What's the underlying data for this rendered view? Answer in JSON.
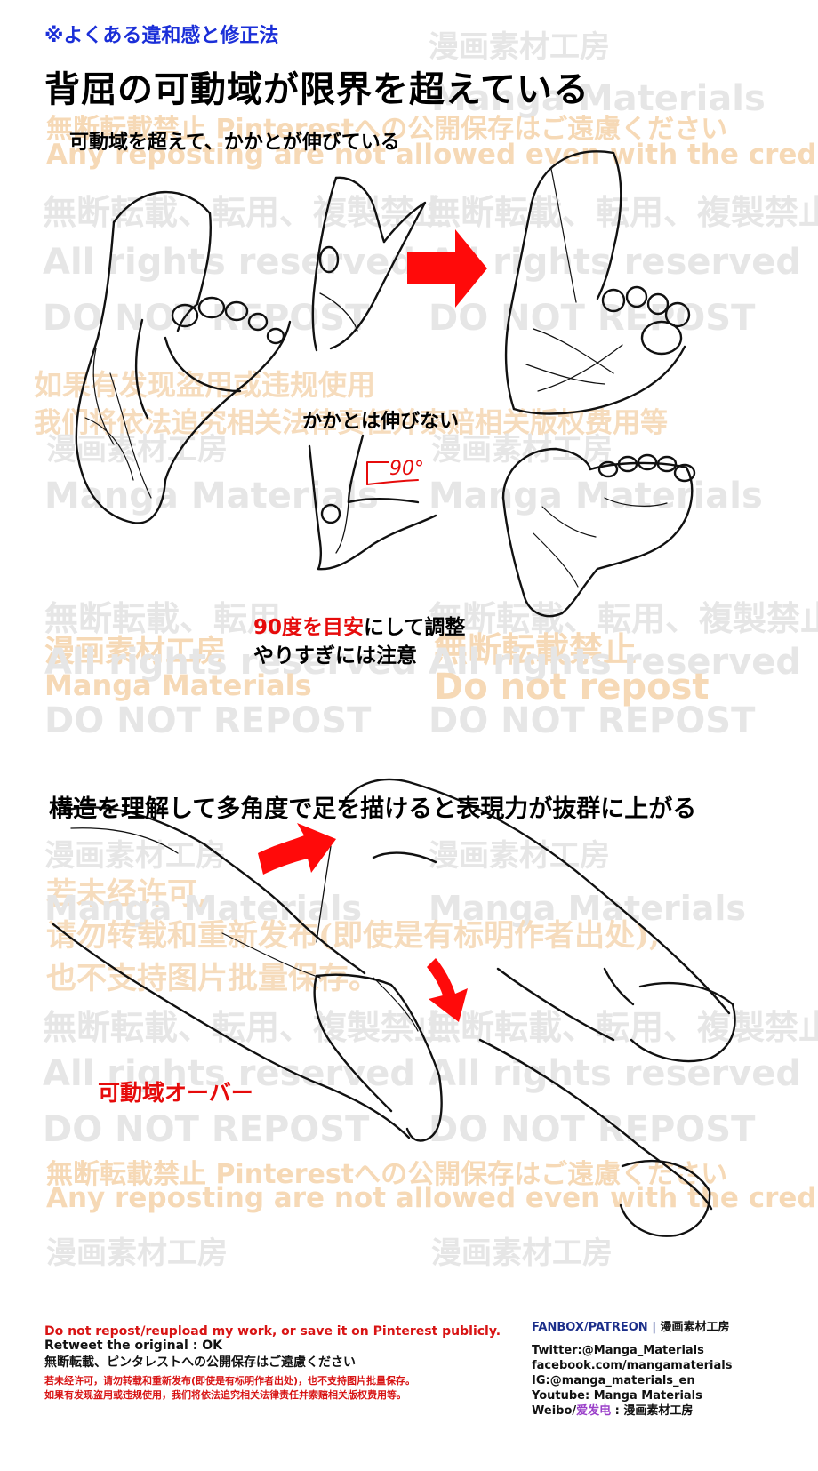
{
  "header": {
    "tag": "※よくある違和感と修正法",
    "title": "背屈の可動域が限界を超えている"
  },
  "captions": {
    "overextend": "可動域を超えて、かかとが伸びている",
    "heel_no_stretch": "かかとは伸びない",
    "angle_note": "90°",
    "tip_red": "90度を目安",
    "tip_rest": "にして調整",
    "tip_line2": "やりすぎには注意",
    "structure": "構造を理解して多角度で足を描けると表現力が抜群に上がる",
    "overlimit": "可動域オーバー"
  },
  "watermarks": {
    "studio_jp": "漫画素材工房",
    "manga_materials": "Manga Materials",
    "pinterest_jp": "無断転載禁止 Pinterestへの公開保存はご遠慮ください",
    "any_reposting": "Any reposting are not allowed even with the credit.",
    "no_repost_jp": "無断転載、転用、複製禁止",
    "all_rights": "All rights reserved",
    "do_not_repost": "DO NOT REPOST",
    "cn_line1": "如果有发现盗用或违规使用",
    "cn_line2": "我们将依法追究相关法律责任并索赔相关版权费用等",
    "no_repost_short": "無断転載禁止",
    "do_not_repost_mixed": "Do not repost",
    "no_repost_partial": "無断転載、転用",
    "cn_b1": "若未经许可,",
    "cn_b2": "请勿转载和重新发布(即使是有标明作者出处),",
    "cn_b3": "也不支持图片批量保存。"
  },
  "footer": {
    "notice_red": "Do not repost/reupload my work, or save it on Pinterest publicly.",
    "retweet": "Retweet the original : OK",
    "jp_notice": "無断転載、ピンタレストへの公開保存はご遠慮ください",
    "cn_notice1": "若未经许可，请勿转载和重新发布(即使是有标明作者出处)，也不支持图片批量保存。",
    "cn_notice2": "如果有发现盗用或违规使用，我们将依法追究相关法律责任并索赔相关版权费用等。",
    "fanbox": "FANBOX/PATREON",
    "fanbox_sep": " | ",
    "fanbox_studio": "漫画素材工房",
    "twitter": "Twitter:@Manga_Materials",
    "facebook": "facebook.com/mangamaterials",
    "instagram": "IG:@manga_materials_en",
    "youtube": "Youtube: Manga Materials",
    "weibo_prefix": "Weibo/",
    "weibo_purple": "爱发电",
    "weibo_suffix": " : 漫画素材工房"
  },
  "colors": {
    "header_blue": "#1b2fd8",
    "accent_red": "#e60b0b",
    "footer_blue": "#1c2f8a",
    "weibo_purple": "#9a3fc9",
    "watermark_gray": "#e6e6e6",
    "watermark_orange": "#f6d9b6"
  }
}
